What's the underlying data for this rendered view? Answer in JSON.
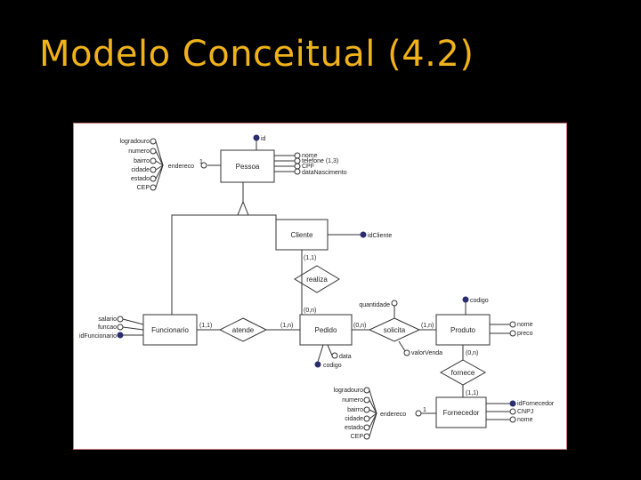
{
  "slide": {
    "title": "Modelo Conceitual (4.2)"
  },
  "entities": {
    "pessoa": "Pessoa",
    "cliente": "Cliente",
    "funcionario": "Funcionario",
    "pedido": "Pedido",
    "produto": "Produto",
    "fornecedor": "Fornecedor"
  },
  "relationships": {
    "realiza": "realiza",
    "atende": "atende",
    "solicita": "solicita",
    "fornece": "fornece"
  },
  "attributes": {
    "pessoa_endereco_parts": [
      "logradouro",
      "numero",
      "bairro",
      "cidade",
      "estado",
      "CEP"
    ],
    "pessoa_endereco": "endereco",
    "pessoa_id": "id",
    "pessoa_right": [
      "nome",
      "telefone (1,3)",
      "CPF",
      "dataNascimento"
    ],
    "cliente_id": "idCliente",
    "funcionario_attrs": [
      "salario",
      "funcao",
      "idFuncionario"
    ],
    "pedido_data": "data",
    "pedido_codigo": "codigo",
    "solicita_quantidade": "quantidade",
    "solicita_valor": "valorVenda",
    "produto_codigo": "codigo",
    "produto_right": [
      "nome",
      "preco"
    ],
    "fornecedor_endereco_parts": [
      "logradouro",
      "numero",
      "bairro",
      "cidade",
      "estado",
      "CEP"
    ],
    "fornecedor_endereco": "endereco",
    "fornecedor_right": [
      "idFornecedor",
      "CNPJ",
      "nome"
    ]
  },
  "cardinalities": {
    "cliente_realiza": "(1,1)",
    "realiza_pedido": "(0,n)",
    "funcionario_atende": "(1,1)",
    "atende_pedido": "(1,n)",
    "pedido_solicita": "(0,n)",
    "solicita_produto": "(1,n)",
    "produto_fornece": "(0,n)",
    "fornece_fornecedor": "(1,1)"
  },
  "endereco_cardinality": "1",
  "colors": {
    "title": "#f0b21a",
    "background": "#000000",
    "frame_border": "#c9767a",
    "key_dot": "#2b2d6e"
  }
}
